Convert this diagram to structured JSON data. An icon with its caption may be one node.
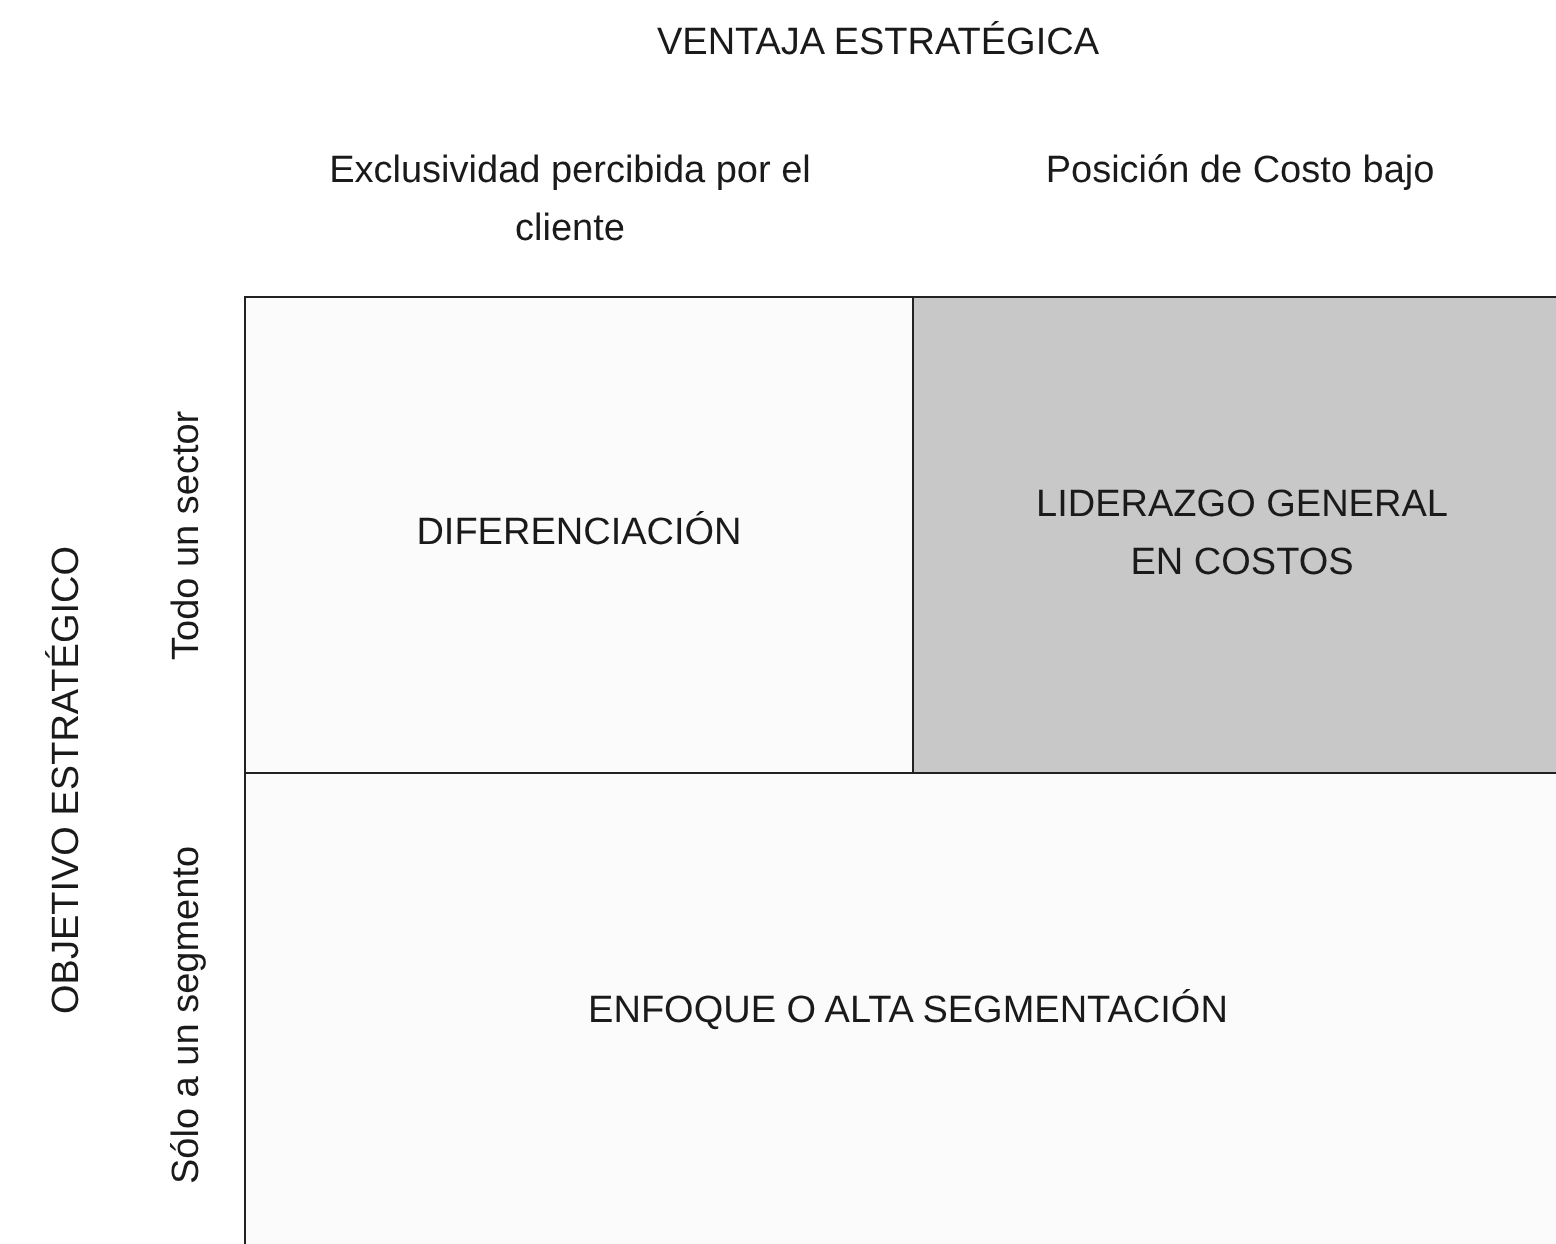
{
  "diagram": {
    "nodes": [
      {
        "text": [
          "DIFERENCIACIÓN"
        ]
      },
      {
        "text": [
          "LIDERAZGO GENERAL EN COSTOS"
        ]
      },
      {
        "text": [
          "ENFOQUE O ALTA SEGMENTACIÓN"
        ]
      }
    ],
    "labels": [
      "VENTAJA ESTRATÉGICA",
      "Exclusividad percibida por el cliente",
      "Posición de Costo bajo",
      "OBJETIVO ESTRATÉGICO",
      "Todo un sector",
      "Sólo a un segmento"
    ]
  }
}
